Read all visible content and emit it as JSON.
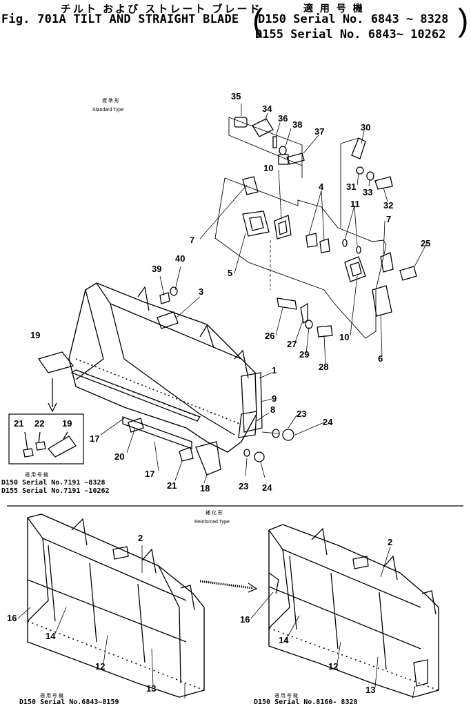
{
  "header": {
    "title_jp": "チルト および ストレート ブレード",
    "title": "Fig. 701A TILT AND STRAIGHT BLADE",
    "applicability_jp": "適 用 号 機",
    "serial_line_1": "D150 Serial No. 6843 ~ 8328",
    "serial_line_2": "D155 Serial No. 6843~ 10262",
    "paren_open": "(",
    "paren_close": ")"
  },
  "standard_type": {
    "label_jp": "標 準 形",
    "label": "Standard Type"
  },
  "reinforced_type": {
    "label_jp": "補 化 形",
    "label": "Reinforced Type"
  },
  "inset_note": {
    "label_jp": "適 用 号 機",
    "line_1": "D150 Serial No.7191 ~8328",
    "line_2": "D155 Serial No.7191 ~10262"
  },
  "bottom_left_note": {
    "label_jp": "適 用 号 機",
    "line_1": "D150 Serial  No.6843~8159"
  },
  "bottom_right_note": {
    "label_jp": "適 用 号 機",
    "line_1": "D150 Serial  No.8160-  8328"
  },
  "callouts": {
    "p1": "1",
    "p2": "2",
    "p3": "3",
    "p4": "4",
    "p5": "5",
    "p6": "6",
    "p7": "7",
    "p8": "8",
    "p9": "9",
    "p10": "10",
    "p11": "11",
    "p12": "12",
    "p13": "13",
    "p14": "14",
    "p16": "16",
    "p17": "17",
    "p18": "18",
    "p19": "19",
    "p20": "20",
    "p21": "21",
    "p22": "22",
    "p23": "23",
    "p24": "24",
    "p25": "25",
    "p26": "26",
    "p27": "27",
    "p28": "28",
    "p29": "29",
    "p30": "30",
    "p31": "31",
    "p32": "32",
    "p33": "33",
    "p34": "34",
    "p35": "35",
    "p36": "36",
    "p37": "37",
    "p38": "38",
    "p39": "39",
    "p40": "40"
  }
}
